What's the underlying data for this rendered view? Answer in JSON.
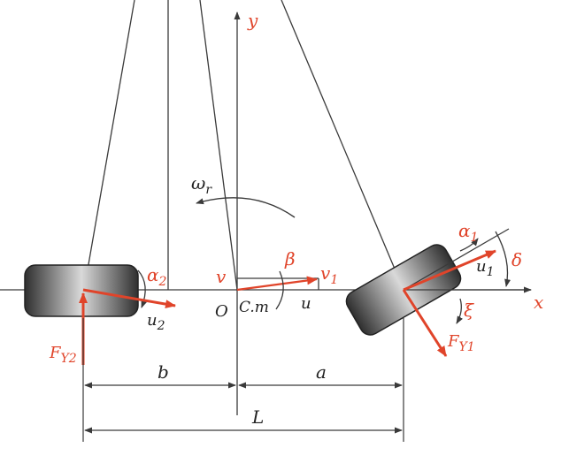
{
  "colors": {
    "line": "#3a3a3a",
    "force": "#e0442a",
    "tire_dark": "#2f2f2f",
    "tire_light": "#d6d6d6",
    "background": "#ffffff"
  },
  "axes": {
    "x_label": "x",
    "y_label": "y",
    "origin_label": "O"
  },
  "labels": {
    "omega": "ω",
    "omega_sub": "r",
    "beta": "β",
    "v": "v",
    "v1": "v",
    "v1_sub": "1",
    "u": "u",
    "cm": "C.m",
    "alpha1": "α",
    "alpha1_sub": "1",
    "alpha2": "α",
    "alpha2_sub": "2",
    "delta": "δ",
    "u1": "u",
    "u1_sub": "1",
    "u2": "u",
    "u2_sub": "2",
    "xi": "ξ",
    "fy1": "F",
    "fy1_sub": "Y1",
    "fy2": "F",
    "fy2_sub": "Y2"
  },
  "dimensions": {
    "b": "b",
    "a": "a",
    "L": "L"
  }
}
